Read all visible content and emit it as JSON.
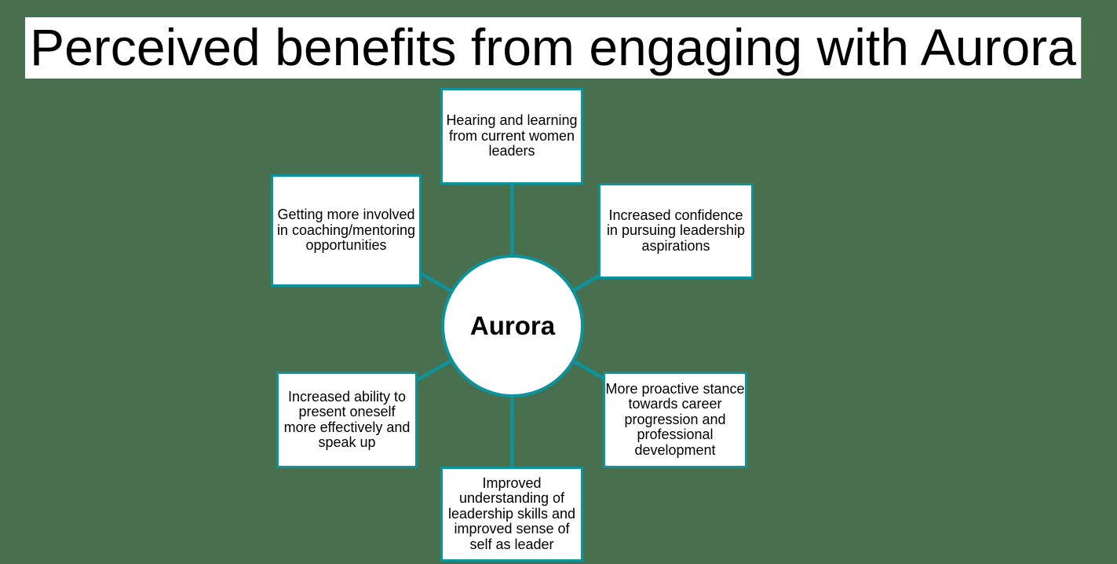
{
  "title": "Perceived benefits from engaging with Aurora",
  "center": {
    "label": "Aurora"
  },
  "nodes": [
    {
      "id": "top",
      "label": "Hearing and learning\nfrom current women\nleaders"
    },
    {
      "id": "upper-left",
      "label": "Getting more involved\nin coaching/mentoring\nopportunities"
    },
    {
      "id": "upper-right",
      "label": "Increased confidence\nin pursuing leadership\naspirations"
    },
    {
      "id": "lower-left",
      "label": "Increased ability to\npresent oneself\nmore effectively and\nspeak up"
    },
    {
      "id": "lower-right",
      "label": "More proactive stance\ntowards career\nprogression and\nprofessional\ndevelopment"
    },
    {
      "id": "bottom",
      "label": "Improved\nunderstanding of\nleadership skills and\nimproved sense of\nself as leader"
    }
  ],
  "colors": {
    "accent": "#0D939C",
    "background": "#48704F",
    "box_fill": "#FFFFFF",
    "text": "#000000"
  }
}
